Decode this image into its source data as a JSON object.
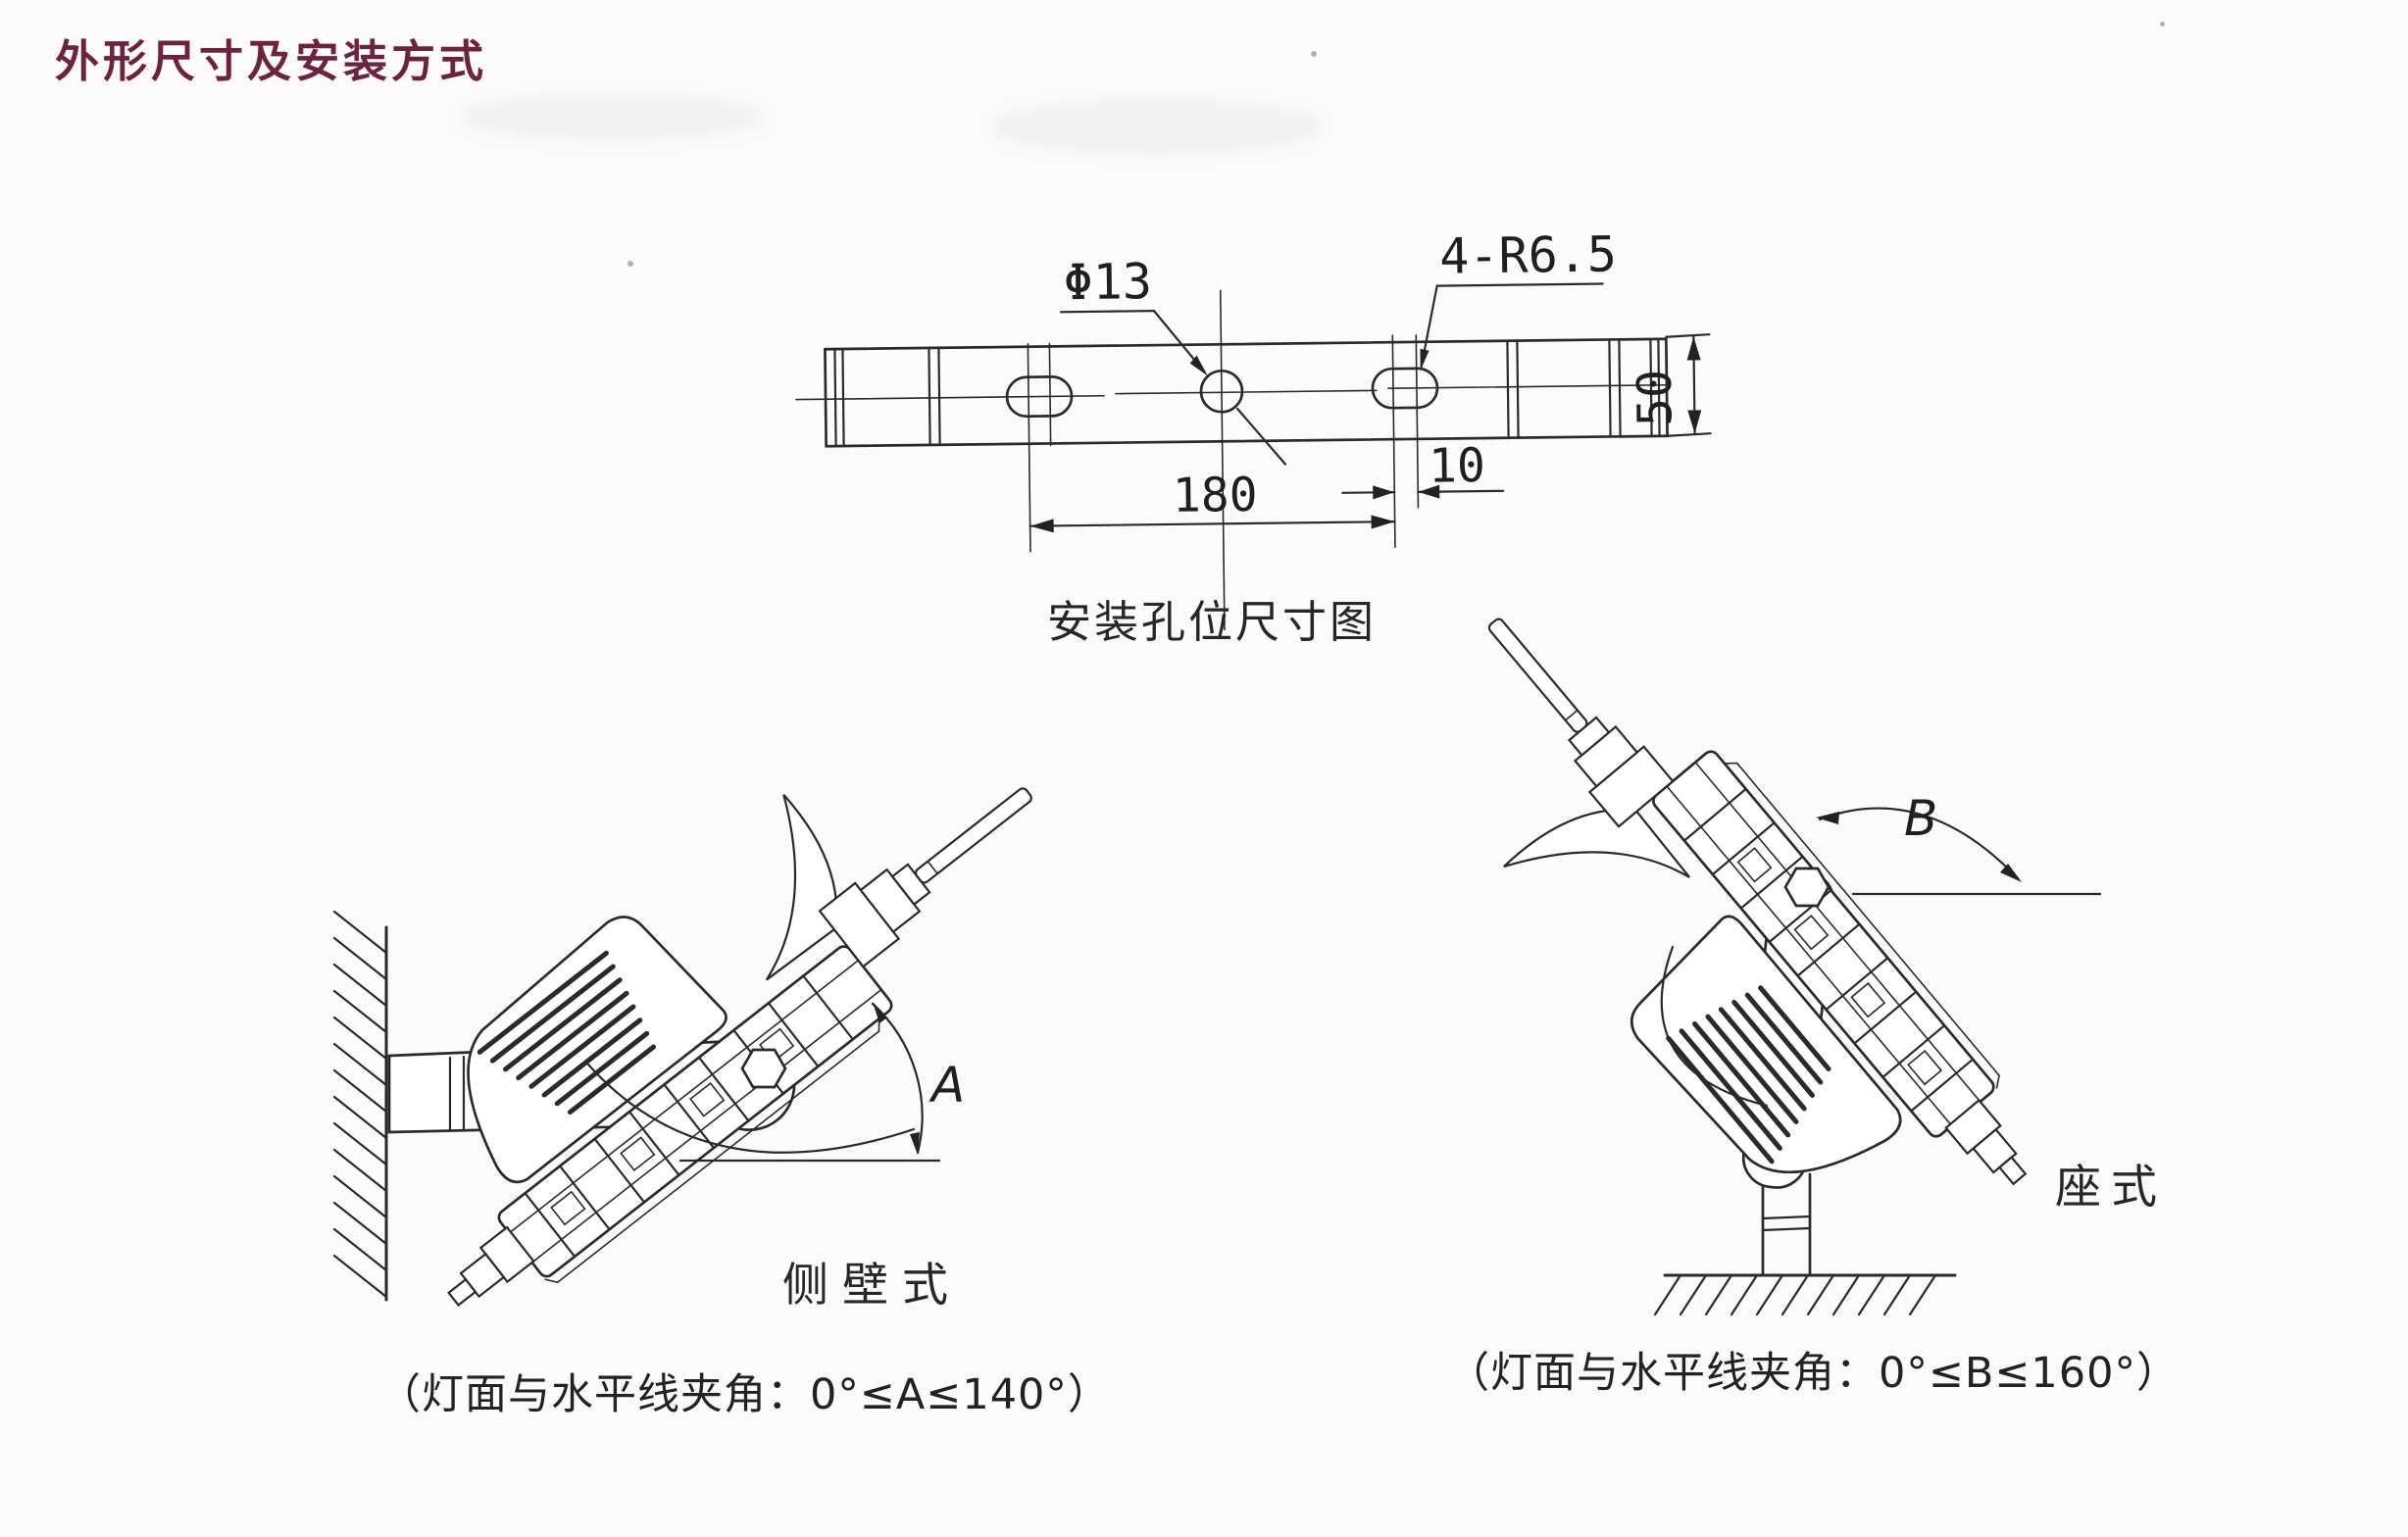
{
  "page": {
    "background": "#fcfbf9",
    "ink": "#2a2a2a",
    "accent": "#6b2340"
  },
  "title": "外形尺寸及安装方式",
  "hole_diagram": {
    "caption": "安装孔位尺寸图",
    "labels": {
      "center_hole": "Φ13",
      "slot_radius": "4-R6.5",
      "hole_spacing": "180",
      "slot_length": "10",
      "bracket_width": "50"
    }
  },
  "wall_mount": {
    "caption": "侧壁式",
    "angle_label": "A",
    "note": "（灯面与水平线夹角：0°≤A≤140°）"
  },
  "pedestal_mount": {
    "caption": "座式",
    "angle_label": "B",
    "note": "（灯面与水平线夹角：0°≤B≤160°）"
  }
}
